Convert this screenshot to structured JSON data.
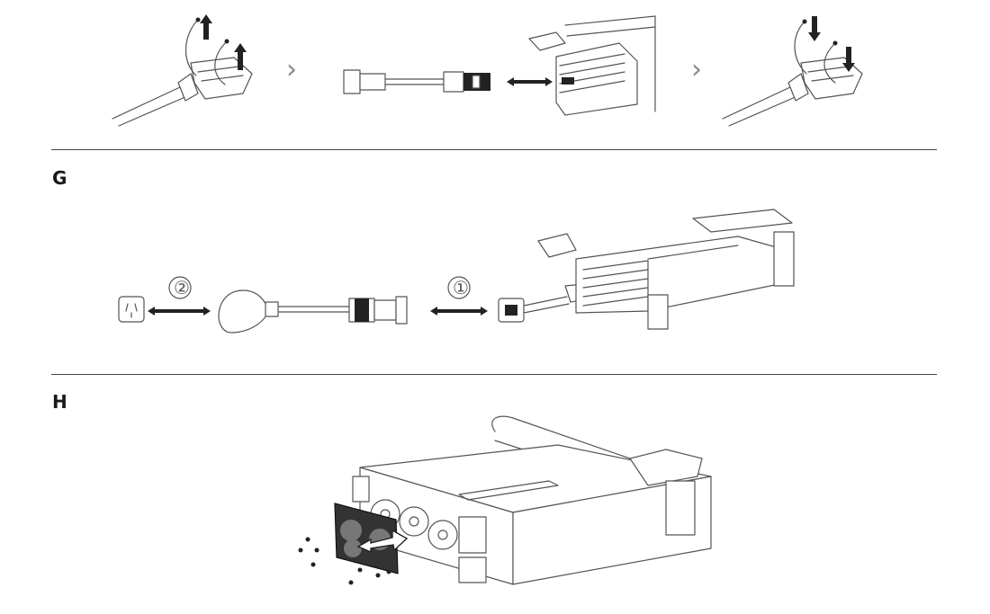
{
  "sections": [
    {
      "label": "G"
    },
    {
      "label": "H"
    }
  ],
  "steps": {
    "chevron": "›",
    "step1": "①",
    "step2": "②"
  },
  "colors": {
    "line": "#555555",
    "rule": "#444444",
    "dark": "#222222"
  },
  "icons": [
    "thumbscrew-up-icon",
    "chevron-right-icon",
    "power-cable-icon",
    "arrow-both-icon",
    "thumbscrew-down-icon",
    "wall-outlet-icon",
    "fan-filter-icon"
  ]
}
